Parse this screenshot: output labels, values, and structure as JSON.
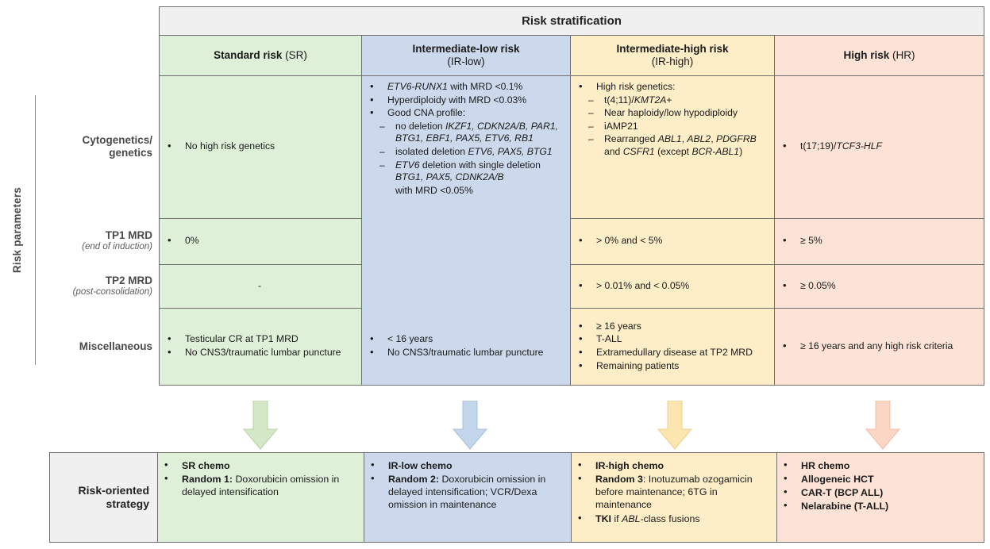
{
  "axis": {
    "risk_parameters_label": "Risk parameters"
  },
  "header": {
    "title": "Risk stratification"
  },
  "columns": [
    {
      "key": "sr",
      "name_bold": "Standard risk",
      "name_paren": "(SR)",
      "sub": "",
      "color": "#dff0d8"
    },
    {
      "key": "irlow",
      "name_bold": "Intermediate-low risk",
      "name_paren": "",
      "sub": "(IR-low)",
      "color": "#ccd9ec"
    },
    {
      "key": "irhigh",
      "name_bold": "Intermediate-high risk",
      "name_paren": "",
      "sub": "(IR-high)",
      "color": "#fdeec8"
    },
    {
      "key": "hr",
      "name_bold": "High risk",
      "name_paren": "(HR)",
      "sub": "",
      "color": "#fce3d6"
    }
  ],
  "rows": [
    {
      "key": "cytogenetics",
      "label": "Cytogenetics/",
      "label2": "genetics",
      "sublabel": ""
    },
    {
      "key": "tp1",
      "label": "TP1 MRD",
      "label2": "",
      "sublabel": "(end of induction)"
    },
    {
      "key": "tp2",
      "label": "TP2 MRD",
      "label2": "",
      "sublabel": "(post-consolidation)"
    },
    {
      "key": "misc",
      "label": "Miscellaneous",
      "label2": "",
      "sublabel": ""
    }
  ],
  "cells": {
    "cyto_sr": [
      {
        "type": "dot",
        "text": "No high risk genetics"
      }
    ],
    "cyto_irlow": [
      {
        "type": "dot",
        "html": "<i>ETV6-RUNX1</i> with MRD <0.1%"
      },
      {
        "type": "dot",
        "html": "Hyperdiploidy with MRD <0.03%"
      },
      {
        "type": "dot",
        "html": "Good CNA profile:"
      },
      {
        "type": "dash",
        "html": "no deletion <i>IKZF1, CDKN2A/B, PAR1, BTG1, EBF1, PAX5, ETV6, RB1</i>"
      },
      {
        "type": "dash",
        "html": "isolated deletion <i>ETV6, PAX5, BTG1</i>"
      },
      {
        "type": "dash",
        "html": "<i>ETV6</i> deletion with single deletion <i>BTG1, PAX5, CDNK2A/B</i>"
      },
      {
        "type": "plain",
        "html": "with MRD <0.05%"
      }
    ],
    "cyto_irhigh": [
      {
        "type": "dot",
        "html": "High risk genetics:"
      },
      {
        "type": "dash",
        "html": "t(4;11)/<i>KMT2A</i>+"
      },
      {
        "type": "dash",
        "html": "Near haploidy/low hypodiploidy"
      },
      {
        "type": "dash",
        "html": "iAMP21"
      },
      {
        "type": "dash",
        "html": "Rearranged <i>ABL1</i>, <i>ABL2</i>, <i>PDGFRB</i> and <i>CSFR1</i> (except <i>BCR-ABL1</i>)"
      }
    ],
    "cyto_hr": [
      {
        "type": "dot",
        "html": "t(17;19)/<i>TCF3-HLF</i>"
      }
    ],
    "tp1_sr": [
      {
        "type": "dot",
        "html": "0%"
      }
    ],
    "tp1_irhigh": [
      {
        "type": "dot",
        "html": "> 0% and < 5%"
      }
    ],
    "tp1_hr": [
      {
        "type": "dot",
        "html": "≥ 5%"
      }
    ],
    "tp2_sr_text": "-",
    "tp2_irhigh": [
      {
        "type": "dot",
        "html": "> 0.01% and < 0.05%"
      }
    ],
    "tp2_hr": [
      {
        "type": "dot",
        "html": "≥ 0.05%"
      }
    ],
    "misc_sr": [
      {
        "type": "dot",
        "html": "Testicular CR at TP1 MRD"
      },
      {
        "type": "dot",
        "html": "No CNS3/traumatic lumbar puncture"
      }
    ],
    "misc_irlow": [
      {
        "type": "dot",
        "html": "< 16 years"
      },
      {
        "type": "dot",
        "html": "No CNS3/traumatic lumbar puncture"
      }
    ],
    "misc_irhigh": [
      {
        "type": "dot",
        "html": "≥ 16 years"
      },
      {
        "type": "dot",
        "html": "T-ALL"
      },
      {
        "type": "dot",
        "html": "Extramedullary  disease at TP2 MRD"
      },
      {
        "type": "dot",
        "html": "Remaining patients"
      }
    ],
    "misc_hr": [
      {
        "type": "dot",
        "html": "≥ 16 years and any high risk criteria"
      }
    ]
  },
  "strategy": {
    "label": "Risk-oriented strategy",
    "sr": [
      {
        "type": "dot",
        "html": "<b>SR chemo</b>"
      },
      {
        "type": "dot",
        "html": "<b>Random 1:</b> Doxorubicin omission in delayed intensification"
      }
    ],
    "irlow": [
      {
        "type": "dot",
        "html": "<b>IR-low chemo</b>"
      },
      {
        "type": "dot",
        "html": "<b>Random 2:</b> Doxorubicin omission in delayed intensification; VCR/Dexa omission in maintenance"
      }
    ],
    "irhigh": [
      {
        "type": "dot",
        "html": "<b>IR-high chemo</b>"
      },
      {
        "type": "dot",
        "html": "<b>Random 3</b>: Inotuzumab ozogamicin before maintenance; 6TG in maintenance"
      },
      {
        "type": "dot",
        "html": "<b>TKI</b> if <i>ABL</i>-class fusions"
      }
    ],
    "hr": [
      {
        "type": "dot",
        "html": "<b>HR chemo</b>"
      },
      {
        "type": "dot",
        "html": "<b>Allogeneic HCT</b>"
      },
      {
        "type": "dot",
        "html": "<b>CAR-T (BCP ALL)</b>"
      },
      {
        "type": "dot",
        "html": "<b>Nelarabine (T-ALL)</b>"
      }
    ]
  },
  "arrows": [
    {
      "name": "arrow-sr",
      "color": "#d4e8c8",
      "stroke": "#b7d3a6"
    },
    {
      "name": "arrow-irlow",
      "color": "#c2d5ea",
      "stroke": "#a8c0dd"
    },
    {
      "name": "arrow-irhigh",
      "color": "#fce6b0",
      "stroke": "#ecd08c"
    },
    {
      "name": "arrow-hr",
      "color": "#fbd6c4",
      "stroke": "#eebda6"
    }
  ]
}
